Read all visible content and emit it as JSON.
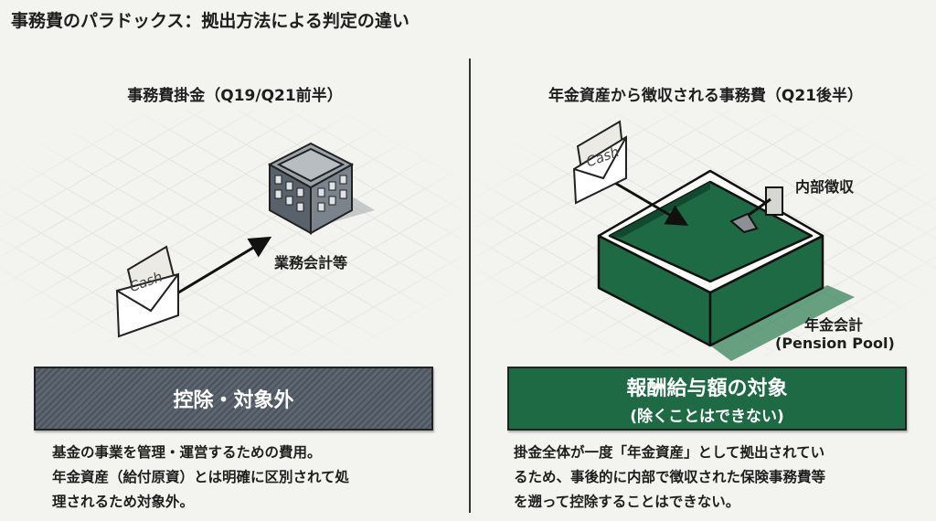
{
  "title": "事務費のパラドックス：拠出方法による判定の違い",
  "left": {
    "heading": "事務費掛金（Q19/Q21前半）",
    "envelope_text": "Cash",
    "building_label": "業務会計等",
    "verdict": "控除・対象外",
    "description": [
      "基金の事業を管理・運営するための費用。",
      "年金資産（給付原資）とは明確に区別されて処",
      "理されるため対象外。"
    ]
  },
  "right": {
    "heading": "年金資産から徴収される事務費（Q21後半）",
    "envelope_text": "Cash",
    "collector_label": "内部徴収",
    "pool_label": "年金会計",
    "pool_label_en": "(Pension Pool)",
    "verdict": "報酬給与額の対象",
    "verdict_note": "(除くことはできない)",
    "description": [
      "掛金全体が一度「年金資産」として拠出されてい",
      "るため、事後的に内部で徴収された保険事務費等",
      "を遡って控除することはできない。"
    ]
  },
  "colors": {
    "green": "#1e6a45",
    "grey": "#5d6670",
    "background": "#f3f3ef"
  }
}
